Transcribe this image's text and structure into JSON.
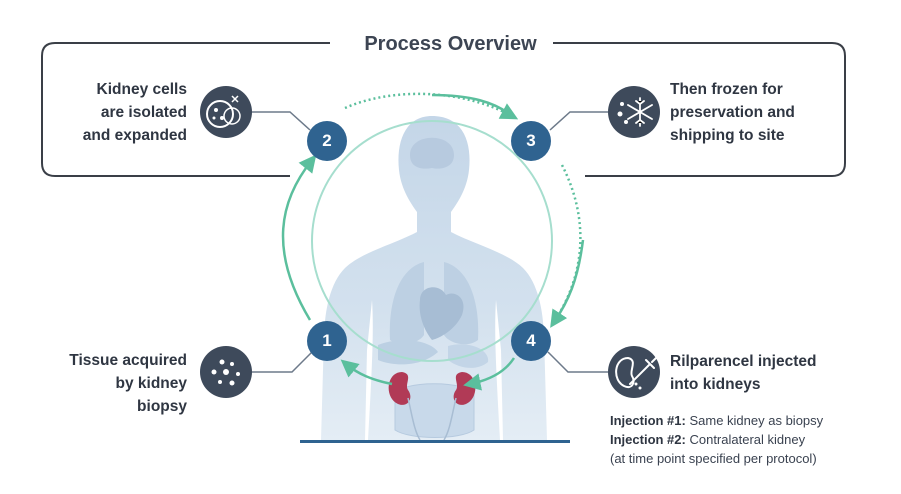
{
  "title": "Process Overview",
  "steps": [
    {
      "number": "1",
      "lines": [
        "Tissue acquired",
        "by kidney",
        "biopsy"
      ],
      "icon": "cells-dots-icon"
    },
    {
      "number": "2",
      "lines": [
        "Kidney cells",
        "are isolated",
        "and expanded"
      ],
      "icon": "petri-dish-icon"
    },
    {
      "number": "3",
      "lines": [
        "Then frozen for",
        "preservation and",
        "shipping to site"
      ],
      "icon": "snowflake-icon"
    },
    {
      "number": "4",
      "lines": [
        "Rilparencel injected",
        "into kidneys"
      ],
      "icon": "kidney-injection-icon"
    }
  ],
  "injections": [
    {
      "label": "Injection #1:",
      "text": " Same kidney as biopsy"
    },
    {
      "label": "Injection #2:",
      "text": " Contralateral kidney"
    },
    {
      "label": "",
      "text": "(at time point specified per protocol)"
    }
  ],
  "colors": {
    "step_circle": "#2f6390",
    "icon_circle": "#3e4a5b",
    "arrow": "#5bbf9d",
    "ring": "#a6dece",
    "body": "#cfdeec",
    "kidney": "#b13a56",
    "frame": "#3a3f47"
  }
}
